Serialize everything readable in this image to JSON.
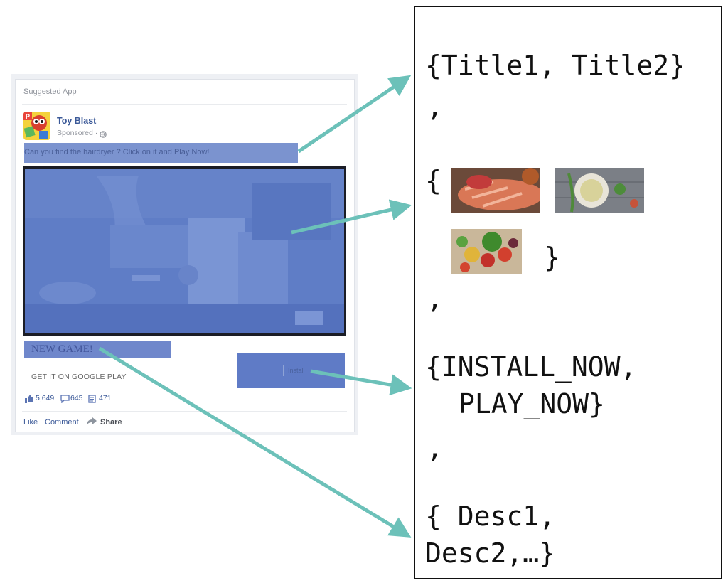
{
  "ad": {
    "header": "Suggested App",
    "app_name": "Toy Blast",
    "sponsored": "Sponsored ·",
    "title": "Can you find the hairdryer ? Click on it and Play Now!",
    "description": "NEW GAME!",
    "store_label": "GET IT ON GOOGLE PLAY",
    "cta": "Install",
    "stats": {
      "likes": "5,649",
      "comments": "645",
      "shares": "471"
    },
    "actions": {
      "like": "Like",
      "comment": "Comment",
      "share": "Share"
    }
  },
  "panel": {
    "titles": "{Title1, Title2}",
    "comma": ",",
    "images_open": "{",
    "images_close": "}",
    "ctas_line1": "{INSTALL_NOW,",
    "ctas_line2": "PLAY_NOW}",
    "desc_line1": "{ Desc1,",
    "desc_line2": "Desc2,…}"
  },
  "colors": {
    "arrow": "#6cc1b9",
    "highlight": "#5f7bc6",
    "link": "#3b5998"
  },
  "icons": [
    "app-icon",
    "globe-icon",
    "like-icon",
    "comment-icon",
    "share-icon",
    "arrow"
  ]
}
